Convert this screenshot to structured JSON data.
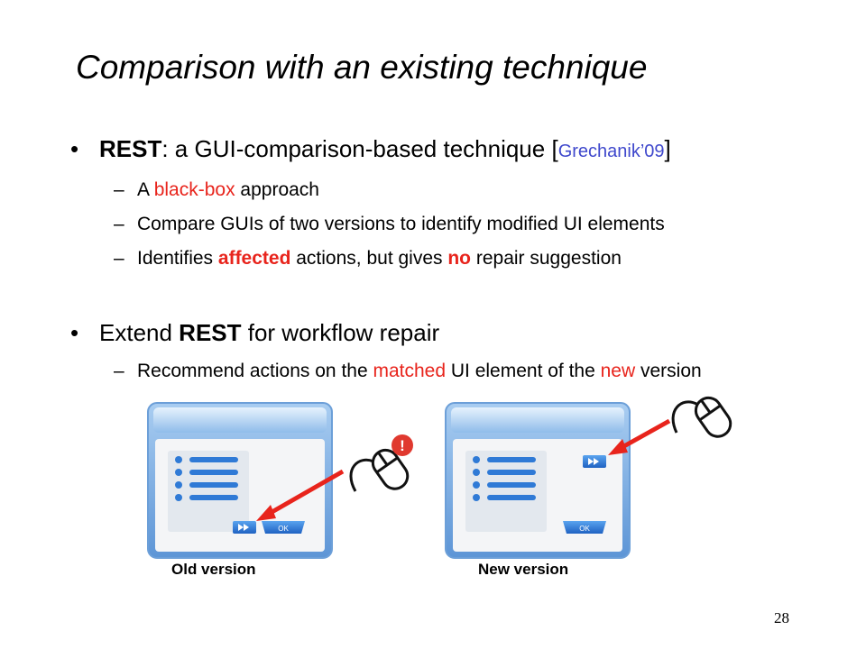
{
  "slide": {
    "title": "Comparison with an existing technique",
    "bullet1": {
      "strong": "REST",
      "text": ": a GUI-comparison-based  technique [",
      "cite": "Grechanik’09",
      "close": "]"
    },
    "sub1": {
      "pre": "A ",
      "highlight": "black-box",
      "post": " approach"
    },
    "sub2": {
      "text": "Compare GUIs of two versions to identify modified UI elements"
    },
    "sub3": {
      "pre": "Identifies ",
      "hl1": "affected",
      "mid": " actions, but gives ",
      "hl2": "no",
      "post": " repair suggestion"
    },
    "bullet2": {
      "pre": "Extend ",
      "strong": "REST",
      "post": " for workflow repair"
    },
    "sub4": {
      "pre": "Recommend actions on the ",
      "hl1": "matched",
      "mid": " UI element of the ",
      "hl2": "new",
      "post": " version"
    },
    "dash": "–",
    "bullet_char": "•",
    "figure": {
      "old_caption": "Old version",
      "new_caption": "New version",
      "ok_label": "OK",
      "alert_mark": "!"
    },
    "page_number": "28",
    "colors": {
      "highlight": "#e8241c",
      "citation": "#3f48cc",
      "arrow": "#e8241c",
      "window_frame": "#7fb0e0"
    }
  }
}
